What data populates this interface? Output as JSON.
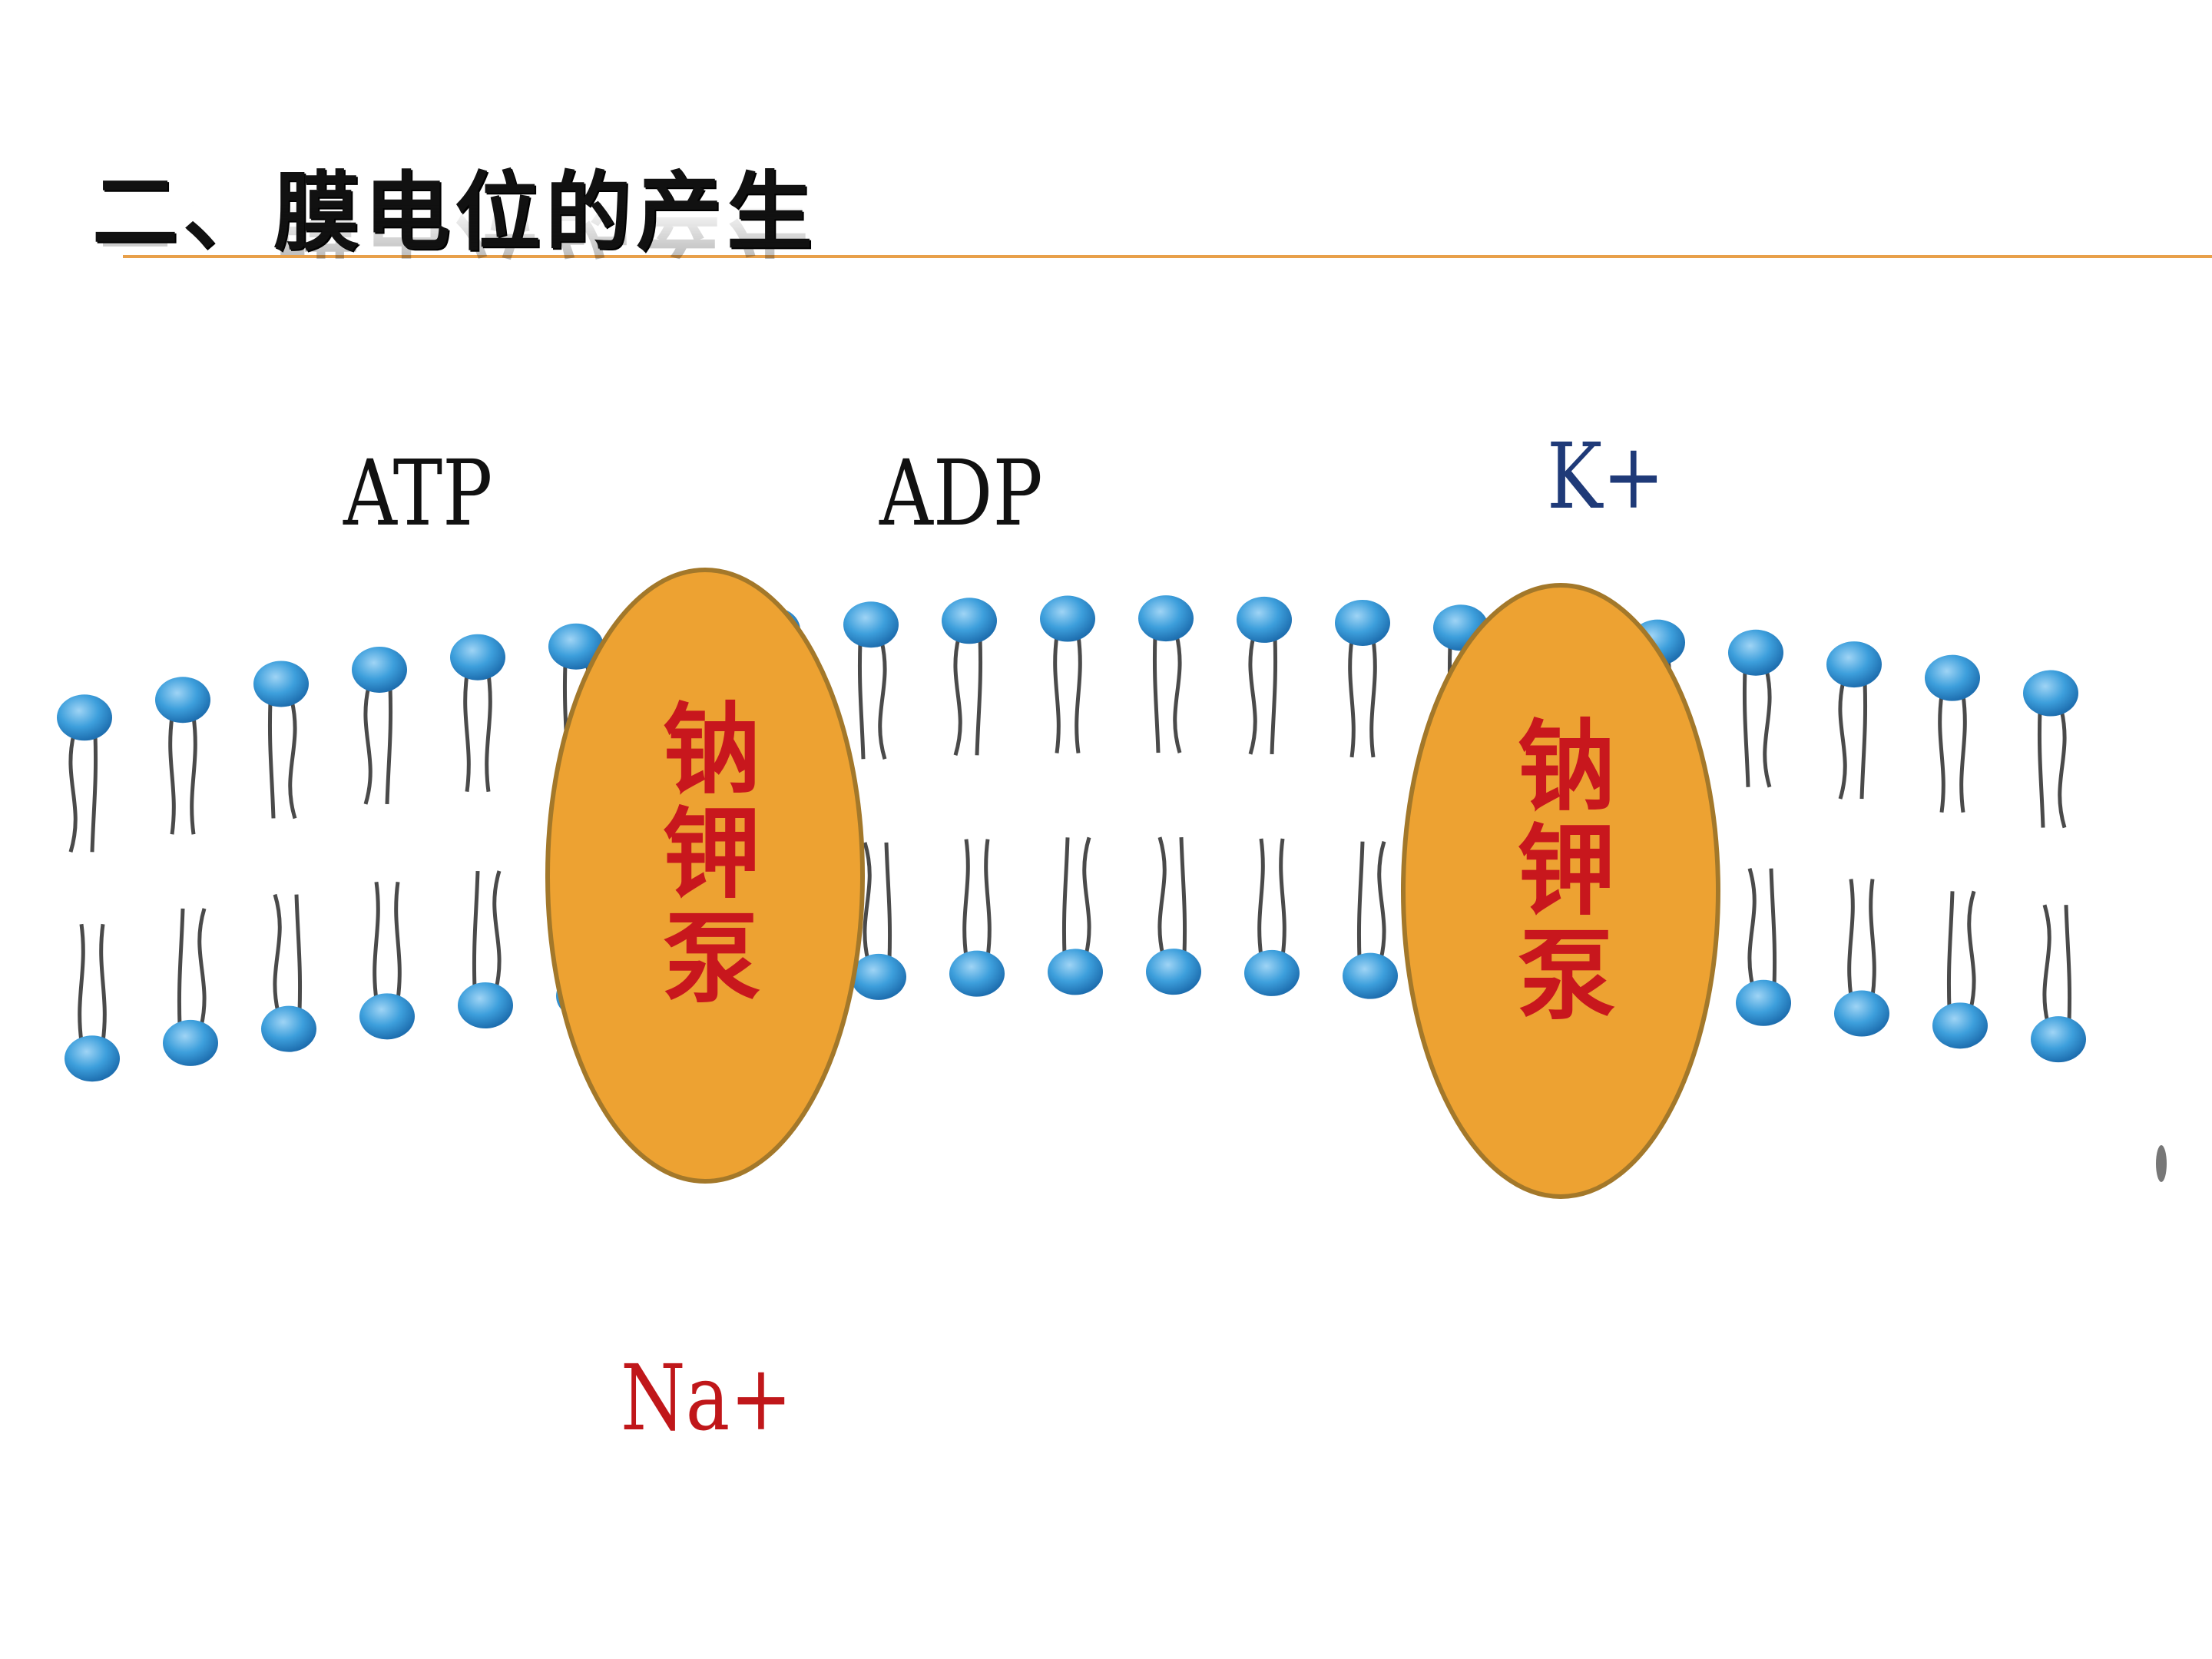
{
  "slide": {
    "title": "二、膜电位的产生"
  },
  "labels": {
    "atp": "ATP",
    "adp": "ADP",
    "k_ion": "K+",
    "na_ion": "Na+"
  },
  "pumps": [
    {
      "label": "钠钾泵"
    },
    {
      "label": "钠钾泵"
    }
  ],
  "colors": {
    "title_rule": "#e8a04a",
    "pump_fill": "#eda232",
    "pump_stroke": "#a3782a",
    "pump_text": "#c8171d",
    "lipid_head": "#3d9fdc",
    "lipid_tail": "#4a4a4a",
    "k_ion": "#1f3a78",
    "na_ion": "#c0171a"
  }
}
